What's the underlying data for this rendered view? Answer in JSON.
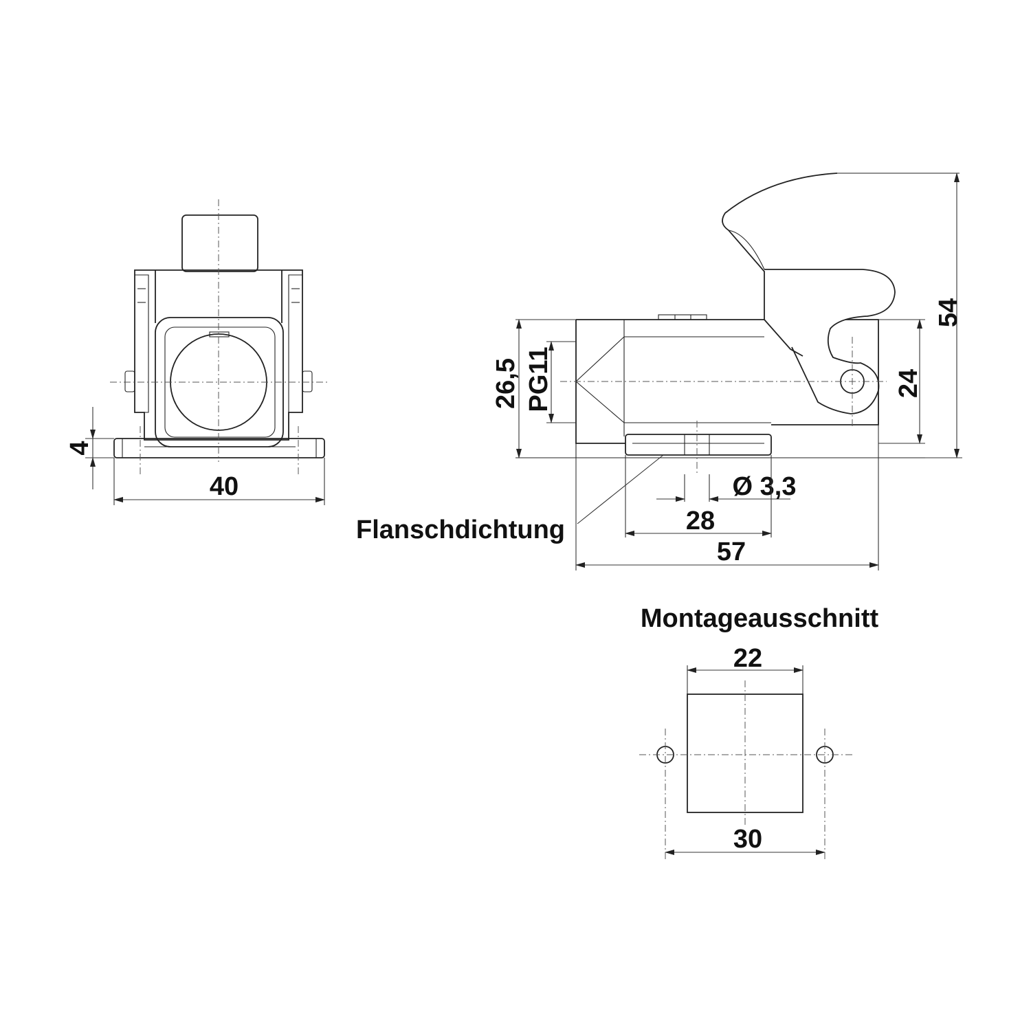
{
  "front_view": {
    "dim_height": "4",
    "dim_width": "40"
  },
  "side_view": {
    "dim_overall_height": "54",
    "dim_body_height": "26,5",
    "dim_thread": "PG11",
    "dim_pivot_height": "24",
    "dim_hole": "Ø 3,3",
    "dim_gasket_width": "28",
    "dim_overall_length": "57",
    "gasket_label": "Flanschdichtung"
  },
  "cutout": {
    "title": "Montageausschnitt",
    "dim_opening_width": "22",
    "dim_hole_spacing": "30"
  }
}
